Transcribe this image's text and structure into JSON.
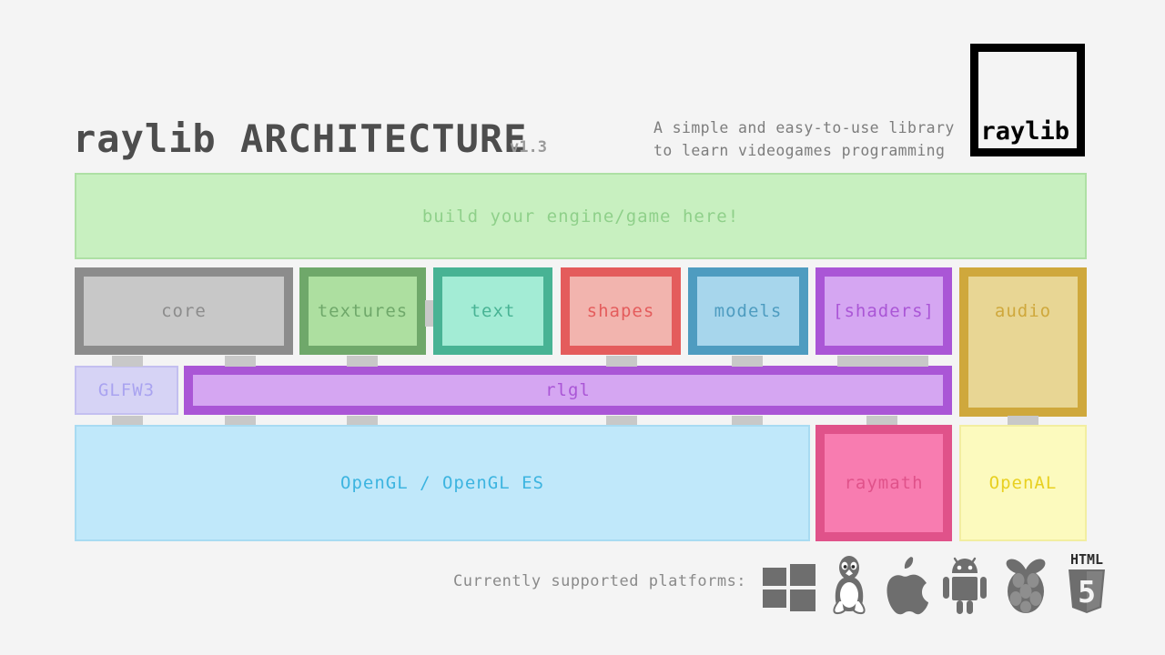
{
  "header": {
    "title": "raylib ARCHITECTURE",
    "version": "v1.3",
    "tagline_line1": "A simple and easy-to-use library",
    "tagline_line2": "to learn videogames programming",
    "logo_text": "raylib"
  },
  "banner": {
    "label": "build your engine/game here!",
    "fill": "#c8f0c0",
    "border": "#aee0a4",
    "text_color": "#8fd08a"
  },
  "modules": [
    {
      "label": "core",
      "border": "#8c8c8c",
      "fill": "#c8c8c8",
      "text_color": "#8c8c8c"
    },
    {
      "label": "textures",
      "border": "#6fa86a",
      "fill": "#addfa0",
      "text_color": "#6fa86a"
    },
    {
      "label": "text",
      "border": "#48b394",
      "fill": "#a3ecd5",
      "text_color": "#48b394"
    },
    {
      "label": "shapes",
      "border": "#e45c5c",
      "fill": "#f2b4ae",
      "text_color": "#e45c5c"
    },
    {
      "label": "models",
      "border": "#4e9cc0",
      "fill": "#a7d6ec",
      "text_color": "#4e9cc0"
    },
    {
      "label": "[shaders]",
      "border": "#aa56d6",
      "fill": "#d5a6f2",
      "text_color": "#aa56d6"
    },
    {
      "label": "audio",
      "border": "#cfa83c",
      "fill": "#e8d694",
      "text_color": "#cfa83c"
    }
  ],
  "middle": [
    {
      "label": "GLFW3",
      "border": "#c3bff0",
      "fill": "#d6d3f5",
      "text_color": "#a9a3f0"
    },
    {
      "label": "rlgl",
      "border": "#aa56d6",
      "fill": "#d5a6f2",
      "text_color": "#aa56d6"
    }
  ],
  "bottom": [
    {
      "label": "OpenGL / OpenGL ES",
      "border": "#a8dbf2",
      "fill": "#c0e8fa",
      "text_color": "#3cb4e0"
    },
    {
      "label": "raymath",
      "border": "#e0528a",
      "fill": "#f87cb0",
      "text_color": "#e0528a"
    },
    {
      "label": "OpenAL",
      "border": "#f2eea0",
      "fill": "#fcfabe",
      "text_color": "#e8d020"
    }
  ],
  "footer": {
    "platforms_label": "Currently supported platforms:",
    "icons": [
      "windows-icon",
      "linux-tux-icon",
      "apple-icon",
      "android-icon",
      "raspberry-pi-icon",
      "html5-icon"
    ],
    "html5_wordmark": "HTML",
    "html5_number": "5",
    "icon_color": "#6e6e6e"
  }
}
